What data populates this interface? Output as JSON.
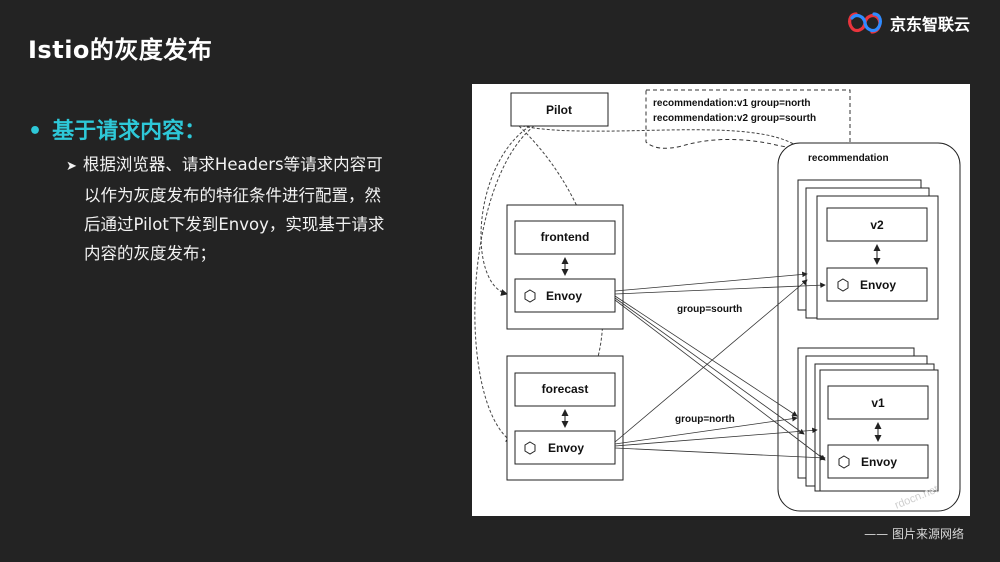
{
  "slide": {
    "title": "Istio的灰度发布",
    "brand": "京东智联云",
    "bullet": "基于请求内容：",
    "sub_lines": [
      "根据浏览器、请求Headers等请求内容可",
      "以作为灰度发布的特征条件进行配置，然",
      "后通过Pilot下发到Envoy，实现基于请求",
      "内容的灰度发布；"
    ],
    "source": "—— 图片来源网络"
  },
  "diagram": {
    "pilot": "Pilot",
    "rules": [
      "recommendation:v1 group=north",
      "recommendation:v2 group=sourth"
    ],
    "recommendation_label": "recommendation",
    "frontend": "frontend",
    "forecast": "forecast",
    "envoy": "Envoy",
    "v2": "v2",
    "v1": "v1",
    "edge_south": "group=sourth",
    "edge_north": "group=north",
    "watermark": "rdocn.net"
  }
}
